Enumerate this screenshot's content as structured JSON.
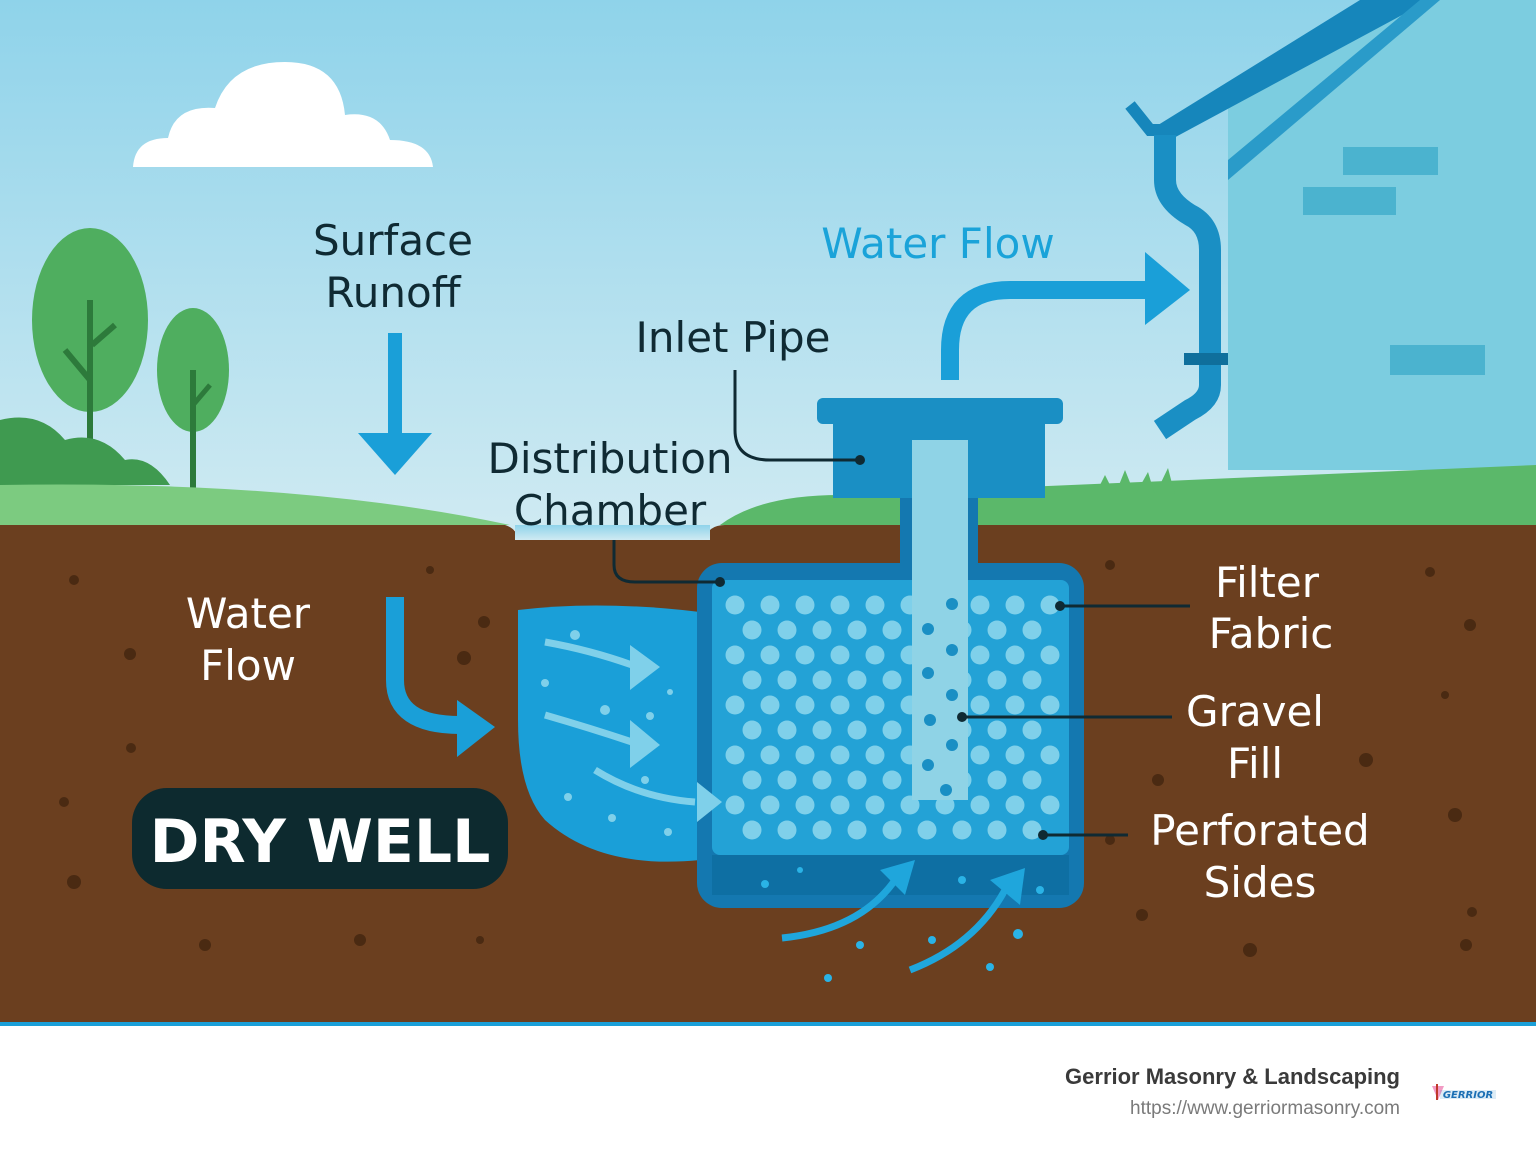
{
  "diagram": {
    "title_badge": "DRY WELL",
    "labels": {
      "surface_runoff_line1": "Surface",
      "surface_runoff_line2": "Runoff",
      "water_flow_top": "Water Flow",
      "inlet_pipe": "Inlet Pipe",
      "distribution_line1": "Distribution",
      "distribution_line2": "Chamber",
      "water_flow_left_line1": "Water",
      "water_flow_left_line2": "Flow",
      "filter_line1": "Filter",
      "filter_line2": "Fabric",
      "gravel_line1": "Gravel",
      "gravel_line2": "Fill",
      "perforated_line1": "Perforated",
      "perforated_line2": "Sides"
    },
    "colors": {
      "sky": "#9dd8ec",
      "grass": "#5bb86a",
      "soil": "#6b3f1f",
      "water": "#1a9fd8",
      "accent_text": "#1aa3d9",
      "badge": "#0d2a2f"
    }
  },
  "footer": {
    "brand": "Gerrior Masonry & Landscaping",
    "url": "https://www.gerriormasonry.com",
    "logo_text": "GERRIOR"
  }
}
